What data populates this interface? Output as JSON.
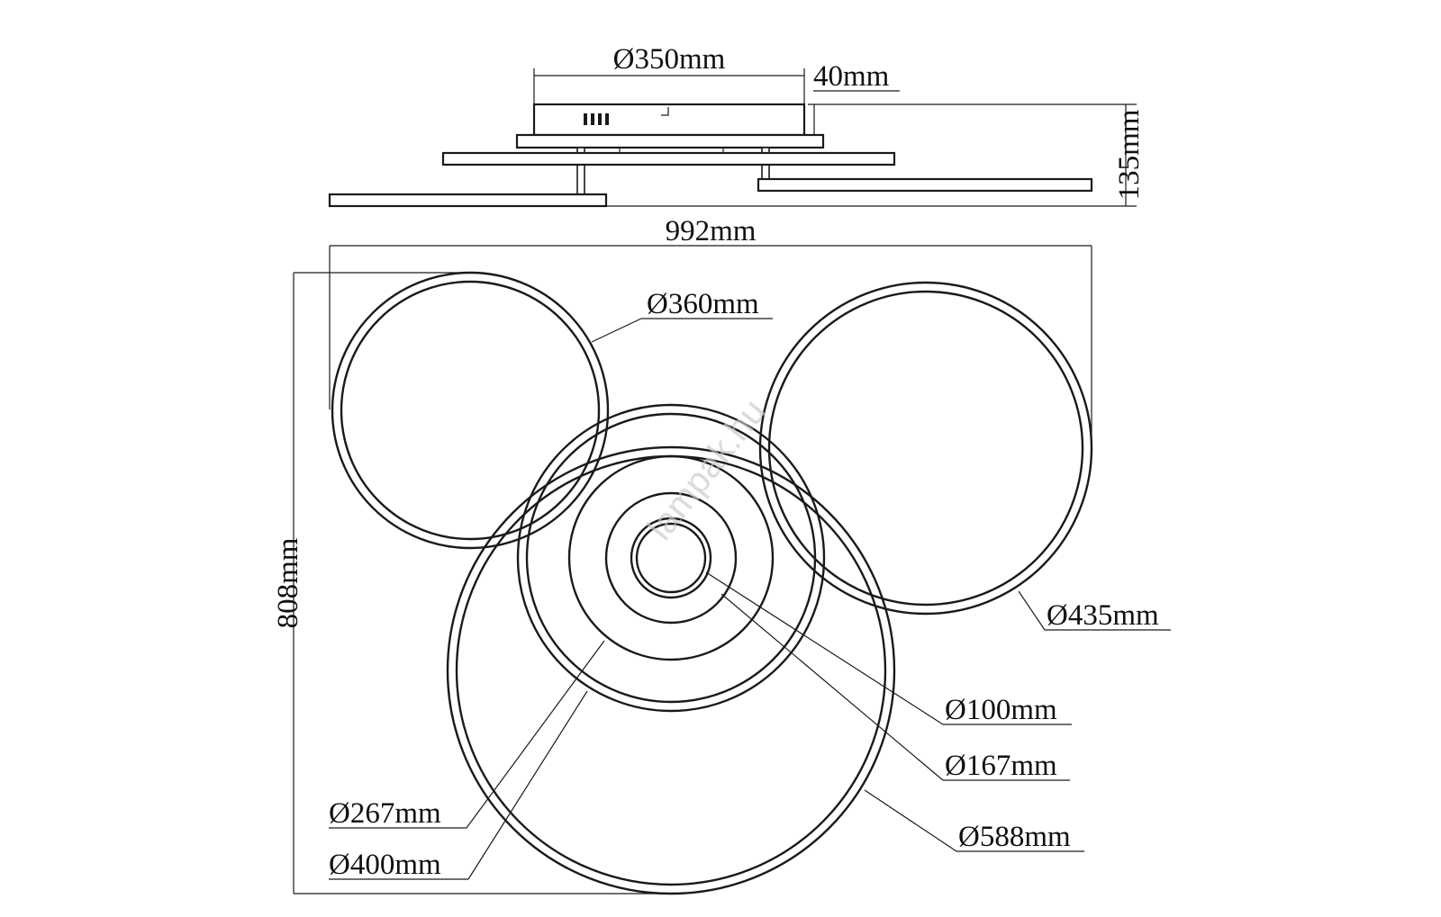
{
  "watermark": "lampak.hu",
  "side_view": {
    "dims": {
      "canopy_diameter": "Ø350mm",
      "canopy_height": "40mm",
      "total_height": "135mm",
      "total_width": "992mm"
    }
  },
  "top_view": {
    "dims": {
      "total_depth": "808mm",
      "ring_top_left": "Ø360mm",
      "ring_right": "Ø435mm",
      "ring_inner_small": "Ø100mm",
      "ring_inner_medium": "Ø167mm",
      "ring_bottom_large": "Ø588mm",
      "ring_center_267": "Ø267mm",
      "ring_center_400": "Ø400mm"
    }
  },
  "colors": {
    "stroke": "#1a1a1a",
    "background": "#ffffff",
    "watermark": "#c8c8c8"
  }
}
